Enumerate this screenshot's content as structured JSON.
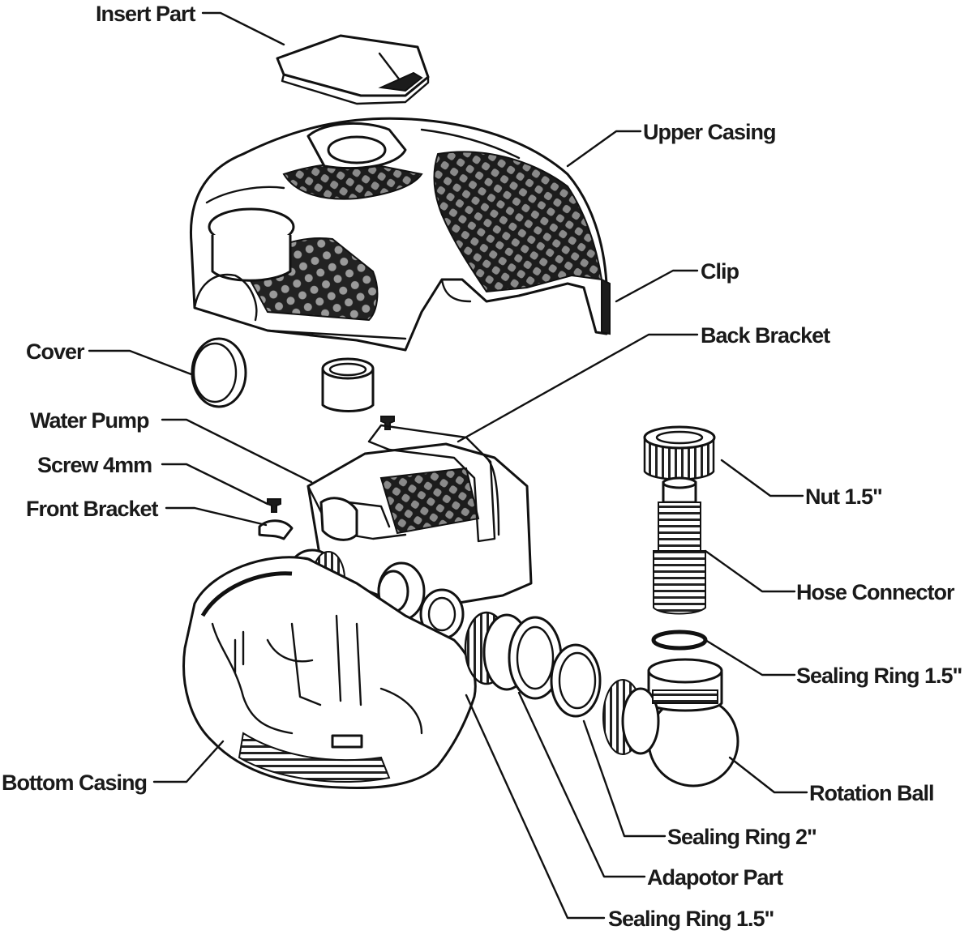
{
  "labels": {
    "insert_part": "Insert Part",
    "upper_casing": "Upper Casing",
    "clip": "Clip",
    "back_bracket": "Back Bracket",
    "cover": "Cover",
    "water_pump": "Water Pump",
    "screw": "Screw 4mm",
    "front_bracket": "Front Bracket",
    "nut": "Nut 1.5\"",
    "hose_connector": "Hose Connector",
    "sealing_ring_15_right": "Sealing Ring 1.5\"",
    "bottom_casing": "Bottom Casing",
    "rotation_ball": "Rotation Ball",
    "sealing_ring_2": "Sealing Ring 2\"",
    "adapter_part": "Adapotor Part",
    "sealing_ring_15_bottom": "Sealing Ring 1.5\""
  }
}
